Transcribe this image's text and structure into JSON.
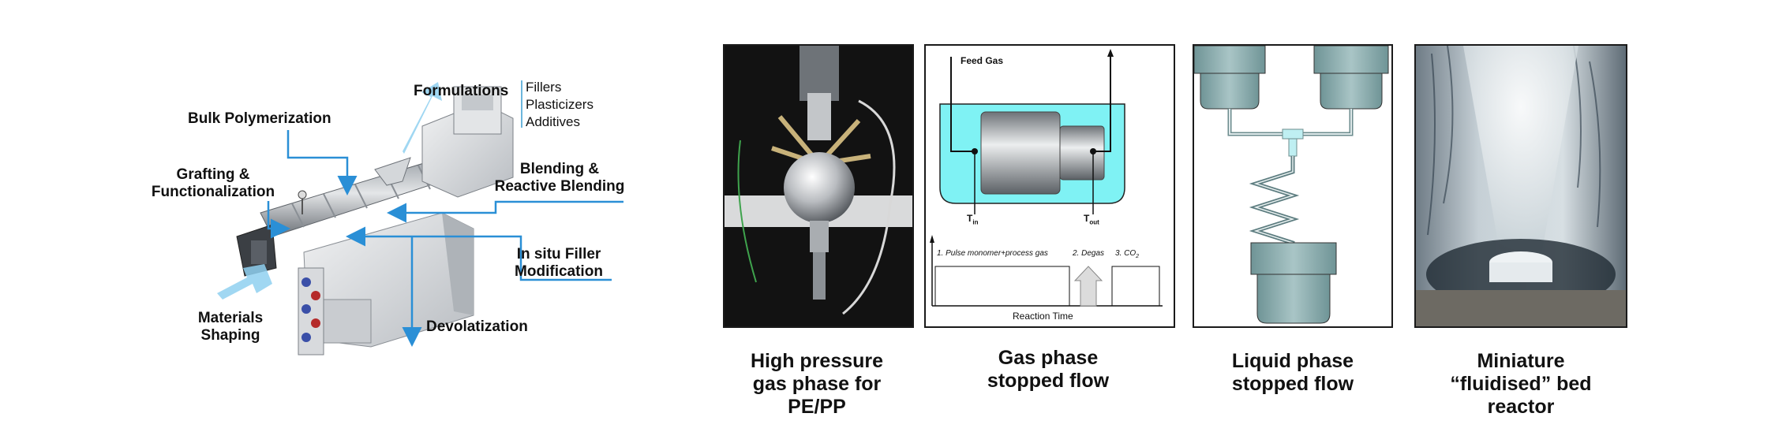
{
  "extruder_diagram": {
    "labels": {
      "formulations": "Formulations",
      "bulk_polymerization": "Bulk Polymerization",
      "grafting": [
        "Grafting &",
        "Functionalization"
      ],
      "blending": [
        "Blending &",
        "Reactive Blending"
      ],
      "in_situ": [
        "In situ Filler",
        "Modification"
      ],
      "materials_shaping": [
        "Materials",
        "Shaping"
      ],
      "devolatization": "Devolatization"
    },
    "formulation_items": [
      "Fillers",
      "Plasticizers",
      "Additives"
    ],
    "colors": {
      "arrow": "#2a8fd6",
      "machine": "#cfd2d6"
    }
  },
  "panels": [
    {
      "id": "high-pressure",
      "caption": [
        "High pressure",
        "gas phase for",
        "PE/PP"
      ]
    },
    {
      "id": "gas-stopped-flow",
      "caption": [
        "Gas phase",
        "stopped flow"
      ],
      "feed_gas": "Feed Gas",
      "t_in": "T",
      "t_in_sub": "in",
      "t_out": "T",
      "t_out_sub": "out",
      "step1": "1. Pulse monomer+process gas",
      "step2": "2. Degas",
      "step3": "3.  CO",
      "step3_sub": "2",
      "x_axis": "Reaction Time",
      "colors": {
        "bath": "#7ff2f4"
      }
    },
    {
      "id": "liquid-stopped-flow",
      "caption": [
        "Liquid phase",
        "stopped flow"
      ],
      "colors": {
        "vessel": "#8fb1b3"
      }
    },
    {
      "id": "fluidised-bed",
      "caption": [
        "Miniature",
        "“fluidised” bed",
        "reactor"
      ]
    }
  ]
}
